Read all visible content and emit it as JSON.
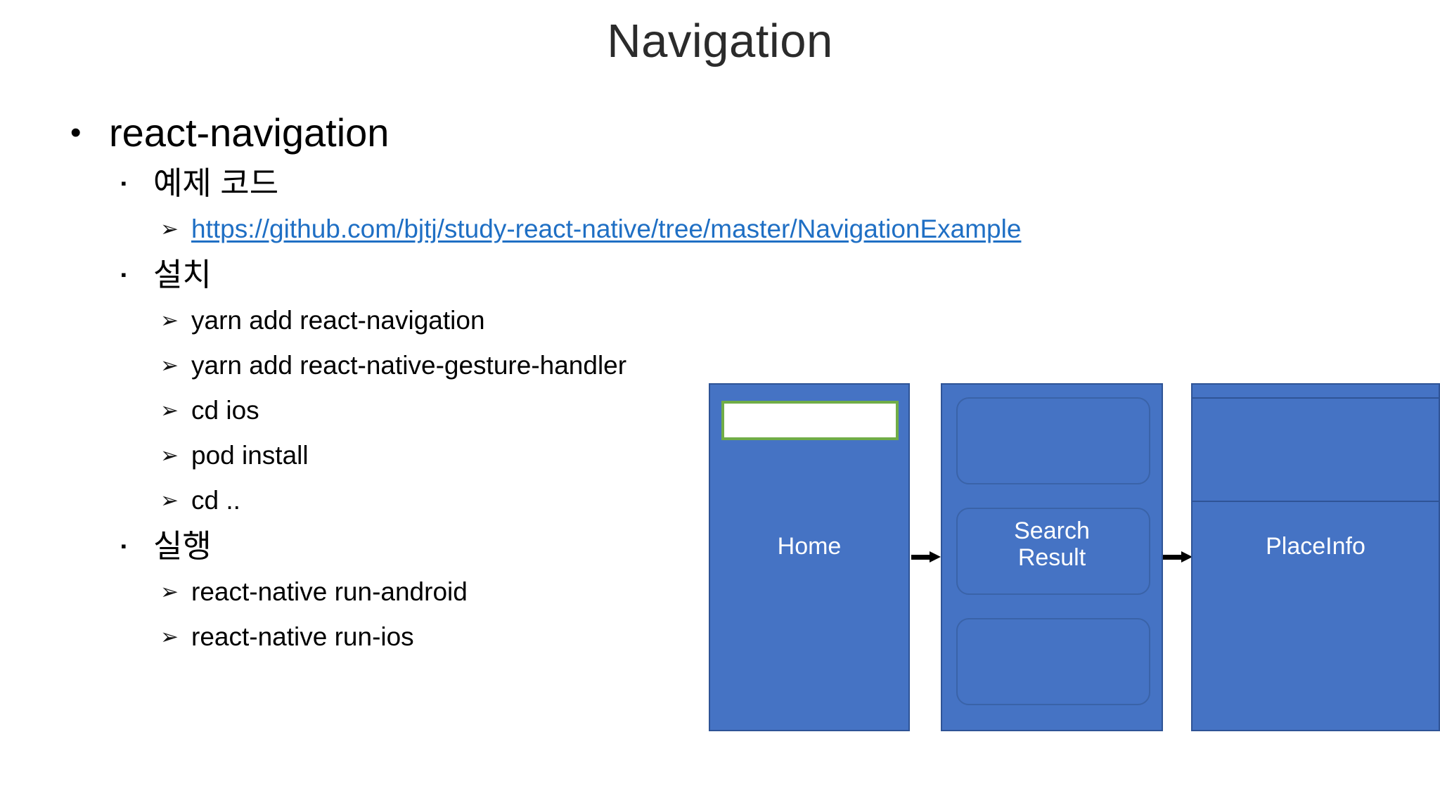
{
  "slide": {
    "title": "Navigation",
    "background_color": "#FFFFFF",
    "text_color": "#000000"
  },
  "outline": {
    "level1": {
      "marker": "bullet-dot",
      "marker_glyph": "•",
      "label": "react-navigation"
    },
    "sections": [
      {
        "marker_glyph": "▪",
        "label": "예제 코드",
        "items": [
          {
            "marker_glyph": "➢",
            "label": "https://github.com/bjtj/study-react-native/tree/master/NavigationExample",
            "is_link": true,
            "link_color": "#1F6FC4"
          }
        ]
      },
      {
        "marker_glyph": "▪",
        "label": "설치",
        "items": [
          {
            "marker_glyph": "➢",
            "label": "yarn add react-navigation",
            "is_link": false
          },
          {
            "marker_glyph": "➢",
            "label": "yarn add react-native-gesture-handler",
            "is_link": false
          },
          {
            "marker_glyph": "➢",
            "label": "cd ios",
            "is_link": false
          },
          {
            "marker_glyph": "➢",
            "label": "pod install",
            "is_link": false
          },
          {
            "marker_glyph": "➢",
            "label": "cd ..",
            "is_link": false
          }
        ]
      },
      {
        "marker_glyph": "▪",
        "label": "실행",
        "items": [
          {
            "marker_glyph": "➢",
            "label": "react-native run-android",
            "is_link": false
          },
          {
            "marker_glyph": "➢",
            "label": "react-native run-ios",
            "is_link": false
          }
        ]
      }
    ]
  },
  "diagram": {
    "type": "flow",
    "fill_color": "#4573C4",
    "stroke_color": "#2F5496",
    "accent_color": "#70AD47",
    "arrow_color": "#000000",
    "screens": [
      {
        "name": "home",
        "label": "Home",
        "parts": [
          {
            "name": "search-input",
            "kind": "input",
            "value": "",
            "border_color": "#70AD47",
            "fill": "#FFFFFF"
          }
        ]
      },
      {
        "name": "search-result",
        "label": "Search\nResult",
        "label_line_1": "Search",
        "label_line_2": "Result",
        "parts": [
          {
            "name": "result-card-1",
            "kind": "card"
          },
          {
            "name": "result-card-2",
            "kind": "card"
          },
          {
            "name": "result-card-3",
            "kind": "card"
          }
        ]
      },
      {
        "name": "place-info",
        "label": "PlaceInfo",
        "parts": [
          {
            "name": "place-topbar",
            "kind": "divider"
          },
          {
            "name": "place-divider",
            "kind": "divider"
          }
        ]
      }
    ],
    "arrows": [
      {
        "name": "home-to-search",
        "from": "home",
        "to": "search-result"
      },
      {
        "name": "search-to-place",
        "from": "search-result",
        "to": "place-info"
      }
    ]
  }
}
